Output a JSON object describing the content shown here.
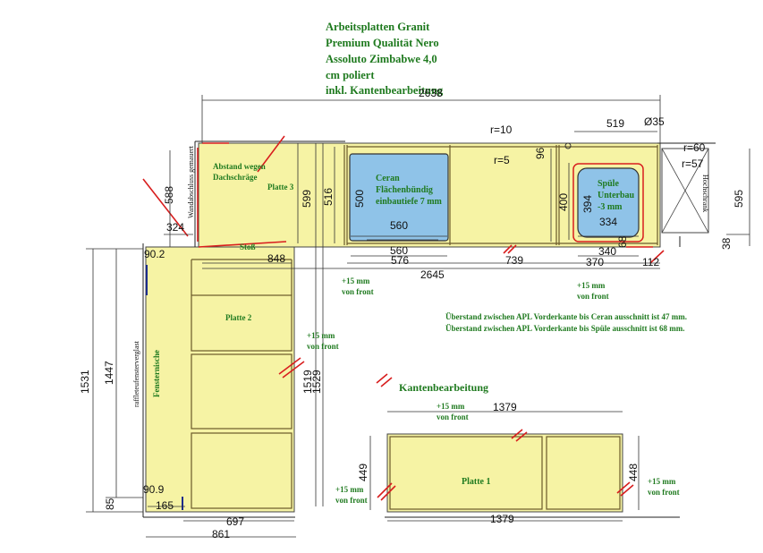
{
  "title_lines": [
    "Arbeitsplatten Granit",
    "Premium Qualität Nero",
    "Assoluto Zimbabwe 4,0",
    "cm poliert",
    "inkl. Kantenbearbeitung"
  ],
  "dims": {
    "top_total": "2638",
    "r10": "r=10",
    "r5": "r=5",
    "d519": "519",
    "d35": "Ø35",
    "r60": "r=60",
    "r57": "r=57",
    "d96": "96",
    "d595": "595",
    "d588": "588",
    "d599": "599",
    "d516": "516",
    "d500": "500",
    "d400": "400",
    "d394": "394",
    "d560a": "560",
    "d560b": "560",
    "d334": "334",
    "d340": "340",
    "d68": "68",
    "d38": "38",
    "d324": "324",
    "d90_2": "90.2",
    "d848": "848",
    "d576": "576",
    "d739": "739",
    "d370": "370",
    "d112": "112",
    "d2645": "2645",
    "d1531": "1531",
    "d1447": "1447",
    "d1519": "1519",
    "d1529": "1529",
    "d90_9": "90.9",
    "d85": "85",
    "d165": "165",
    "d697": "697",
    "d861": "861",
    "d1379a": "1379",
    "d1379b": "1379",
    "d449": "449",
    "d448": "448"
  },
  "labels": {
    "abstand": "Abstand wegen",
    "dachschraege": "Dachschräge",
    "platte3": "Platte 3",
    "stoss": "Stoß",
    "platte2": "Platte 2",
    "platte1": "Platte 1",
    "fensternische": "Fensternische",
    "ceran1": "Ceran",
    "ceran2": "Flächenbündig",
    "ceran3": "einbautiefe 7 mm",
    "spuele1": "Spüle",
    "spuele2": "Unterbau",
    "spuele3": "-3 mm",
    "front15a_1": "+15 mm",
    "front15a_2": "von front",
    "front15b_1": "+15 mm",
    "front15b_2": "von front",
    "front15c_1": "+15 mm",
    "front15c_2": "von front",
    "front15d_1": "+15 mm",
    "front15d_2": "von front",
    "front15e_1": "+15 mm",
    "front15e_2": "von front",
    "front15f_1": "+15 mm",
    "front15f_2": "von front",
    "note1": "Überstand zwischen APL Vorderkante bis Ceran ausschnitt ist 47 mm.",
    "note2": "Überstand zwischen APL Vorderkante bis Spüle ausschnitt ist 68 mm.",
    "kanten": "Kantenbearbeitung",
    "tiny_left": "Wandabschluss gemauert",
    "tiny_right": "Hochschrank",
    "tiny_vert": "raffleteufensterverglast"
  },
  "colors": {
    "slab": "#f6f3a4",
    "cutout": "#8fc3e8",
    "text_green": "#1f7a1f",
    "edge_red": "#d81e1e"
  }
}
